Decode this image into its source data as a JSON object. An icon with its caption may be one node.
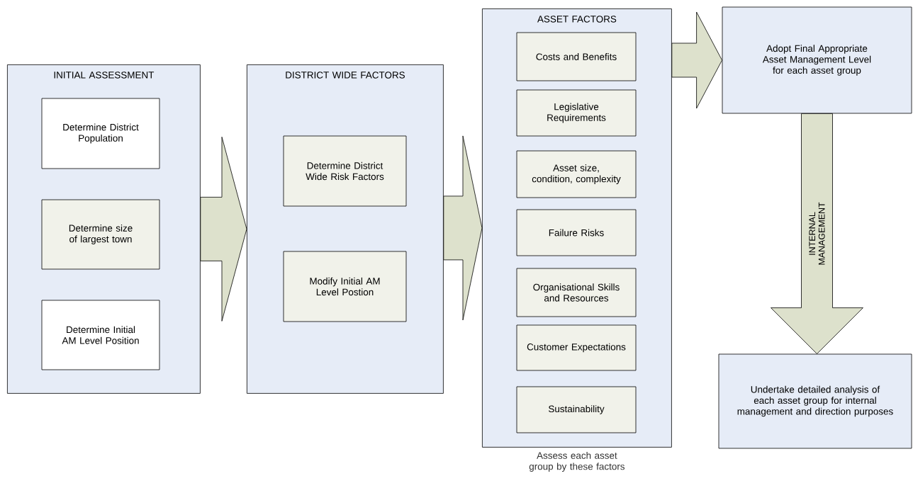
{
  "diagram": {
    "nodes": [
      {
        "text": [
          "INITIAL ASSESSMENT"
        ]
      },
      {
        "text": [
          "Determine District Population"
        ],
        "in": 0
      },
      {
        "text": [
          "Determine size of largest town"
        ],
        "in": 0
      },
      {
        "text": [
          "Determine Initial AM Level Position"
        ],
        "in": 0
      },
      {
        "text": [
          "DISTRICT WIDE FACTORS"
        ]
      },
      {
        "text": [
          "Determine District Wide Risk Factors"
        ],
        "in": 4
      },
      {
        "text": [
          "Modify Initial AM Level Postion"
        ],
        "in": 4
      },
      {
        "text": [
          "ASSET FACTORS"
        ],
        "beside": [
          "Assess each asset group by these factors"
        ]
      },
      {
        "text": [
          "Costs and Benefits"
        ],
        "in": 7
      },
      {
        "text": [
          "Legislative Requirements"
        ],
        "in": 7
      },
      {
        "text": [
          "Asset size, condition, complexity"
        ],
        "in": 7
      },
      {
        "text": [
          "Failure Risks"
        ],
        "in": 7
      },
      {
        "text": [
          "Organisational Skills and Resources"
        ],
        "in": 7
      },
      {
        "text": [
          "Customer Expectations"
        ],
        "in": 7
      },
      {
        "text": [
          "Sustainability"
        ],
        "in": 7
      },
      {
        "text": [
          "Adopt Final Appropriate Asset Management Level for each asset group"
        ]
      },
      {
        "text": [
          "Undertake detailed analysis of each asset group for internal management and direction purposes"
        ]
      }
    ],
    "edges": [
      {
        "from": 0,
        "to": 4,
        "arrow": "to"
      },
      {
        "from": 4,
        "to": 7,
        "arrow": "to"
      },
      {
        "from": 7,
        "to": 15,
        "arrow": "to"
      },
      {
        "from": 15,
        "to": 16,
        "arrow": "to",
        "label": "INTERNAL MANAGEMENT"
      }
    ]
  }
}
